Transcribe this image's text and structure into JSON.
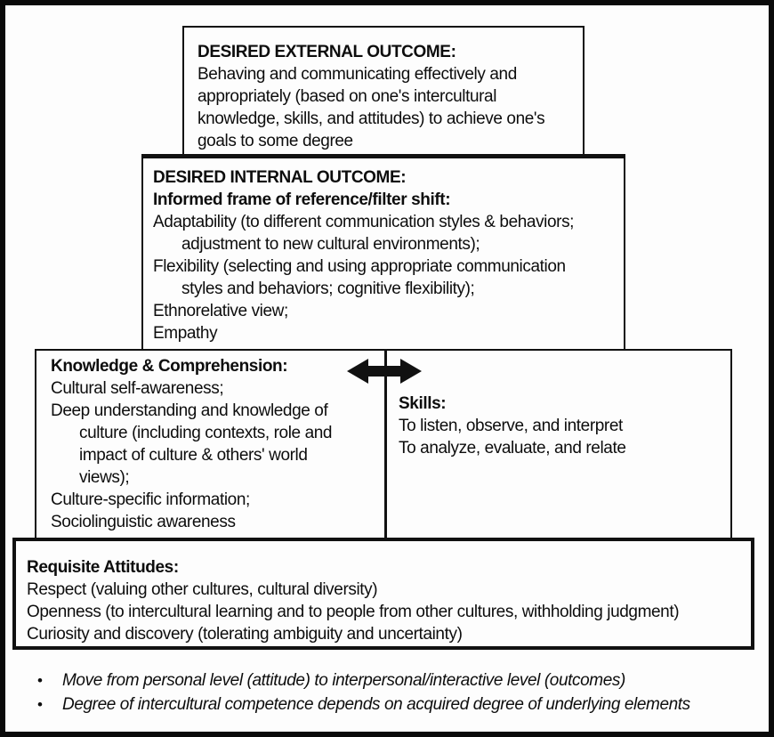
{
  "boxes": {
    "external": {
      "title": "DESIRED EXTERNAL OUTCOME:",
      "lines": [
        "Behaving and communicating effectively and",
        "appropriately (based on one's intercultural",
        "knowledge, skills, and attitudes) to achieve one's",
        "goals to some degree"
      ]
    },
    "internal": {
      "title": "DESIRED INTERNAL OUTCOME:",
      "subtitle": "Informed frame of reference/filter shift:",
      "lines": [
        "Adaptability (to different communication styles & behaviors;",
        "adjustment to new cultural environments);",
        "Flexibility (selecting and using appropriate communication",
        "styles and behaviors; cognitive flexibility);",
        "Ethnorelative view;",
        "Empathy"
      ]
    },
    "knowledge": {
      "title": "Knowledge & Comprehension:",
      "lines": [
        "Cultural self-awareness;",
        "Deep understanding and knowledge of",
        "culture (including contexts, role and",
        "impact of culture & others' world",
        "views);",
        "Culture-specific information;",
        "Sociolinguistic awareness"
      ]
    },
    "skills": {
      "title": "Skills:",
      "lines": [
        "To listen, observe, and interpret",
        "To analyze, evaluate, and relate"
      ]
    },
    "attitudes": {
      "title": "Requisite Attitudes:",
      "lines": [
        "Respect (valuing other cultures, cultural diversity)",
        "Openness (to intercultural learning and to people from other cultures, withholding judgment)",
        "Curiosity and discovery (tolerating ambiguity and uncertainty)"
      ]
    }
  },
  "notes": {
    "bullet_glyph": "•",
    "items": [
      "Move from personal level (attitude) to interpersonal/interactive level (outcomes)",
      "Degree of intercultural competence depends on acquired degree of underlying elements"
    ]
  },
  "icons": {
    "knowledge_skills_arrow": "left-right-double-arrow"
  },
  "colors": {
    "background": "#fdfdfd",
    "border": "#111111",
    "text": "#0d0d0d"
  }
}
